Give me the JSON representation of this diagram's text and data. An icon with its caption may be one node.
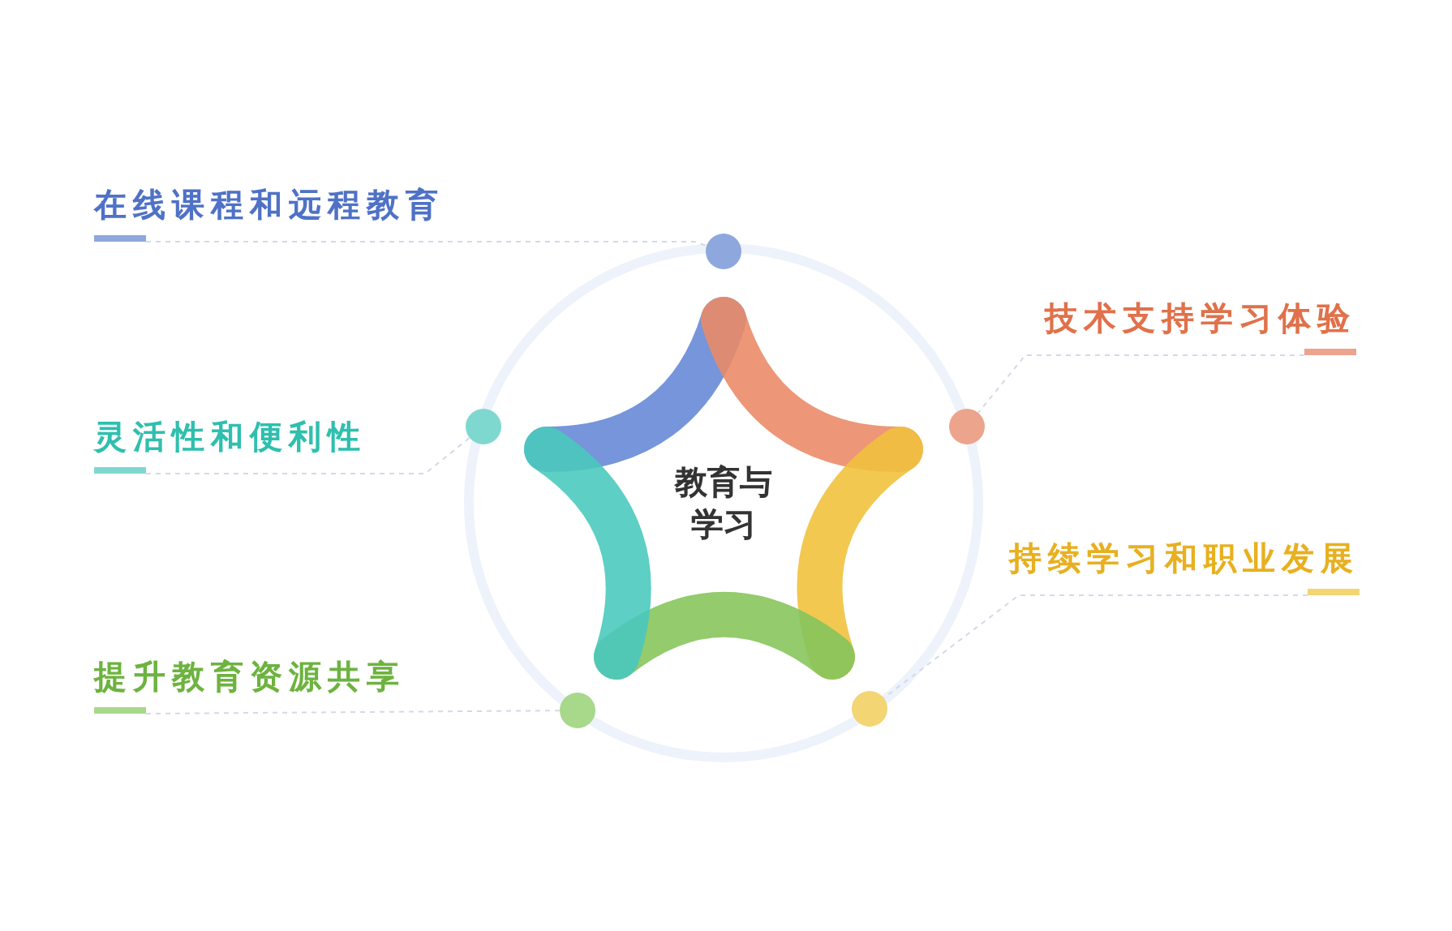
{
  "diagram": {
    "nodes": [
      {
        "text": [
          "在线课程和远程教育"
        ]
      },
      {
        "text": [
          "技术支持学习体验"
        ]
      },
      {
        "text": [
          "灵活性和便利性"
        ]
      },
      {
        "text": [
          "持续学习和职业发展"
        ]
      },
      {
        "text": [
          "提升教育资源共享"
        ]
      },
      {
        "text": [
          "教育与学习"
        ]
      },
      {
        "text": [],
        "shape": "circle"
      },
      {
        "text": [],
        "shape": "circle"
      },
      {
        "text": [],
        "shape": "circle"
      },
      {
        "text": [],
        "shape": "circle"
      },
      {
        "text": [],
        "shape": "circle"
      }
    ],
    "edges": [
      {
        "from": 0,
        "to": 6,
        "arrow": "none",
        "style": "dashed"
      },
      {
        "from": 1,
        "to": 8,
        "arrow": "none",
        "style": "dashed"
      },
      {
        "from": 2,
        "to": 7,
        "arrow": "none",
        "style": "dashed"
      },
      {
        "from": 3,
        "to": 10,
        "arrow": "none",
        "style": "dashed"
      },
      {
        "from": 4,
        "to": 9,
        "arrow": "none",
        "style": "dashed"
      }
    ]
  }
}
